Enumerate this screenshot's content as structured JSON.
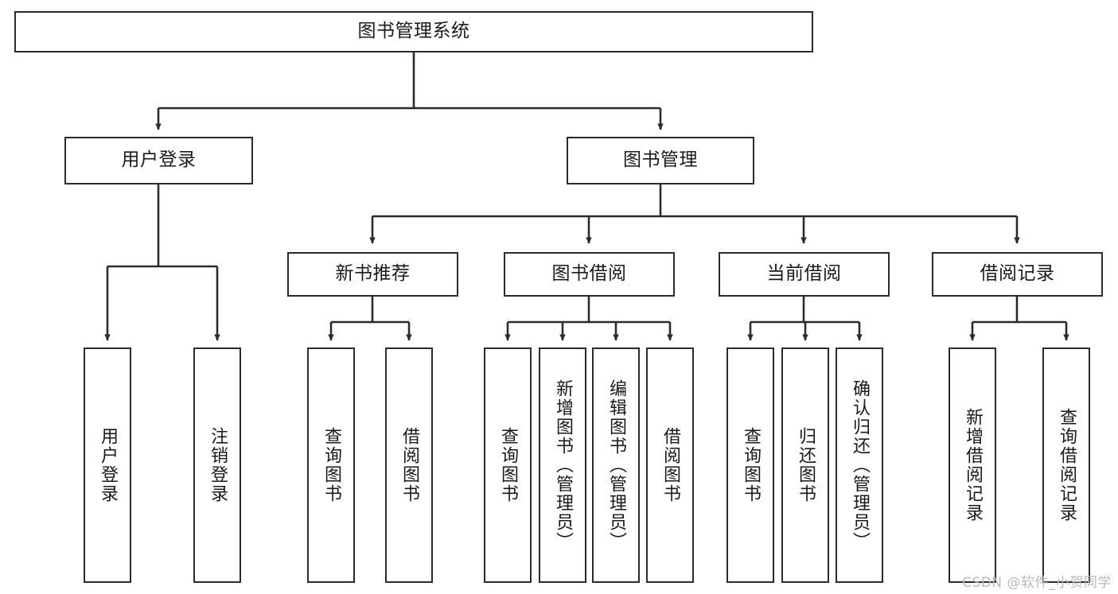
{
  "diagram": {
    "type": "tree-hierarchy",
    "title": "图书管理系统",
    "watermark": "CSDN @软件_小贺同学",
    "colors": {
      "box_stroke": "#2b2b2b",
      "box_fill": "#ffffff",
      "edge_stroke": "#2b2b2b",
      "text": "#1a1a1a",
      "watermark": "#b9b9b9",
      "background": "#ffffff"
    },
    "nodes": {
      "root": {
        "label": "图书管理系统",
        "level": 0,
        "orientation": "horizontal"
      },
      "user_login": {
        "label": "用户登录",
        "level": 1,
        "orientation": "horizontal"
      },
      "book_mgmt": {
        "label": "图书管理",
        "level": 1,
        "orientation": "horizontal"
      },
      "new_book_rec": {
        "label": "新书推荐",
        "level": 2,
        "orientation": "horizontal"
      },
      "book_borrow": {
        "label": "图书借阅",
        "level": 2,
        "orientation": "horizontal"
      },
      "current_borrow": {
        "label": "当前借阅",
        "level": 2,
        "orientation": "horizontal"
      },
      "borrow_record": {
        "label": "借阅记录",
        "level": 2,
        "orientation": "horizontal"
      },
      "leaf_user_login": {
        "label": "用户登录",
        "level": 3,
        "orientation": "vertical"
      },
      "leaf_user_logout": {
        "label": "注销登录",
        "level": 3,
        "orientation": "vertical"
      },
      "leaf_query_book_1": {
        "label": "查询图书",
        "level": 3,
        "orientation": "vertical"
      },
      "leaf_borrow_book_1": {
        "label": "借阅图书",
        "level": 3,
        "orientation": "vertical"
      },
      "leaf_query_book_2": {
        "label": "查询图书",
        "level": 3,
        "orientation": "vertical"
      },
      "leaf_add_book": {
        "label": "新增图书（管理员）",
        "level": 3,
        "orientation": "vertical"
      },
      "leaf_edit_book": {
        "label": "编辑图书（管理员）",
        "level": 3,
        "orientation": "vertical"
      },
      "leaf_borrow_book_2": {
        "label": "借阅图书",
        "level": 3,
        "orientation": "vertical"
      },
      "leaf_query_book_3": {
        "label": "查询图书",
        "level": 3,
        "orientation": "vertical"
      },
      "leaf_return_book": {
        "label": "归还图书",
        "level": 3,
        "orientation": "vertical"
      },
      "leaf_confirm_return": {
        "label": "确认归还（管理员）",
        "level": 3,
        "orientation": "vertical"
      },
      "leaf_add_record": {
        "label": "新增借阅记录",
        "level": 3,
        "orientation": "vertical"
      },
      "leaf_query_record": {
        "label": "查询借阅记录",
        "level": 3,
        "orientation": "vertical"
      }
    },
    "edges": [
      {
        "from": "root",
        "to": "user_login"
      },
      {
        "from": "root",
        "to": "book_mgmt"
      },
      {
        "from": "user_login",
        "to": "leaf_user_login"
      },
      {
        "from": "user_login",
        "to": "leaf_user_logout"
      },
      {
        "from": "book_mgmt",
        "to": "new_book_rec"
      },
      {
        "from": "book_mgmt",
        "to": "book_borrow"
      },
      {
        "from": "book_mgmt",
        "to": "current_borrow"
      },
      {
        "from": "book_mgmt",
        "to": "borrow_record"
      },
      {
        "from": "new_book_rec",
        "to": "leaf_query_book_1"
      },
      {
        "from": "new_book_rec",
        "to": "leaf_borrow_book_1"
      },
      {
        "from": "book_borrow",
        "to": "leaf_query_book_2"
      },
      {
        "from": "book_borrow",
        "to": "leaf_add_book"
      },
      {
        "from": "book_borrow",
        "to": "leaf_edit_book"
      },
      {
        "from": "book_borrow",
        "to": "leaf_borrow_book_2"
      },
      {
        "from": "current_borrow",
        "to": "leaf_query_book_3"
      },
      {
        "from": "current_borrow",
        "to": "leaf_return_book"
      },
      {
        "from": "current_borrow",
        "to": "leaf_confirm_return"
      },
      {
        "from": "borrow_record",
        "to": "leaf_add_record"
      },
      {
        "from": "borrow_record",
        "to": "leaf_query_record"
      }
    ]
  }
}
